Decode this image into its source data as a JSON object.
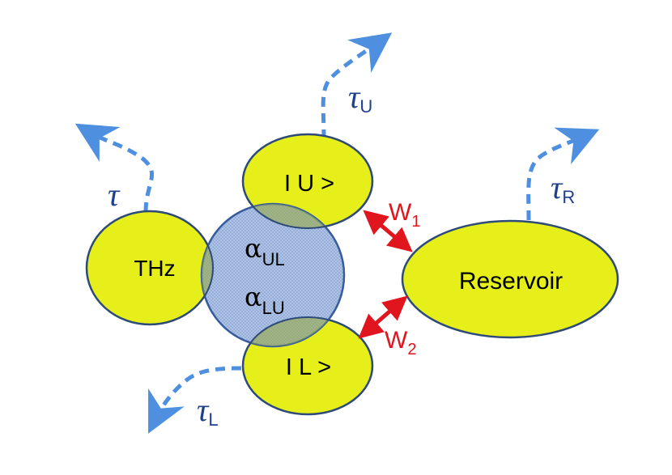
{
  "nodes": {
    "thz": "THz",
    "upper": "I U >",
    "lower": "I L >",
    "reservoir": "Reservoir"
  },
  "coupling": {
    "alpha_symbol": "α",
    "ul_sub": "UL",
    "lu_sub": "LU"
  },
  "transfer": {
    "w": "W",
    "w1_sub": "1",
    "w2_sub": "2"
  },
  "decay": {
    "tau_symbol": "τ",
    "upper_sub": "U",
    "lower_sub": "L",
    "reservoir_sub": "R"
  },
  "colors": {
    "node_fill": "#e6ef1a",
    "node_stroke": "#2e4a78",
    "mode_fill": "#8aa6d6",
    "mode_stroke": "#365c9e",
    "decay_arrow": "#4f8fe0",
    "transfer_arrow": "#e0151d",
    "tau_text": "#1f3f8a",
    "transfer_text": "#e0151d",
    "overlap_fill": "#9aab4a"
  },
  "icons": {
    "decay": "dashed-curved-arrow-icon",
    "transfer": "double-headed-arrow-icon"
  }
}
